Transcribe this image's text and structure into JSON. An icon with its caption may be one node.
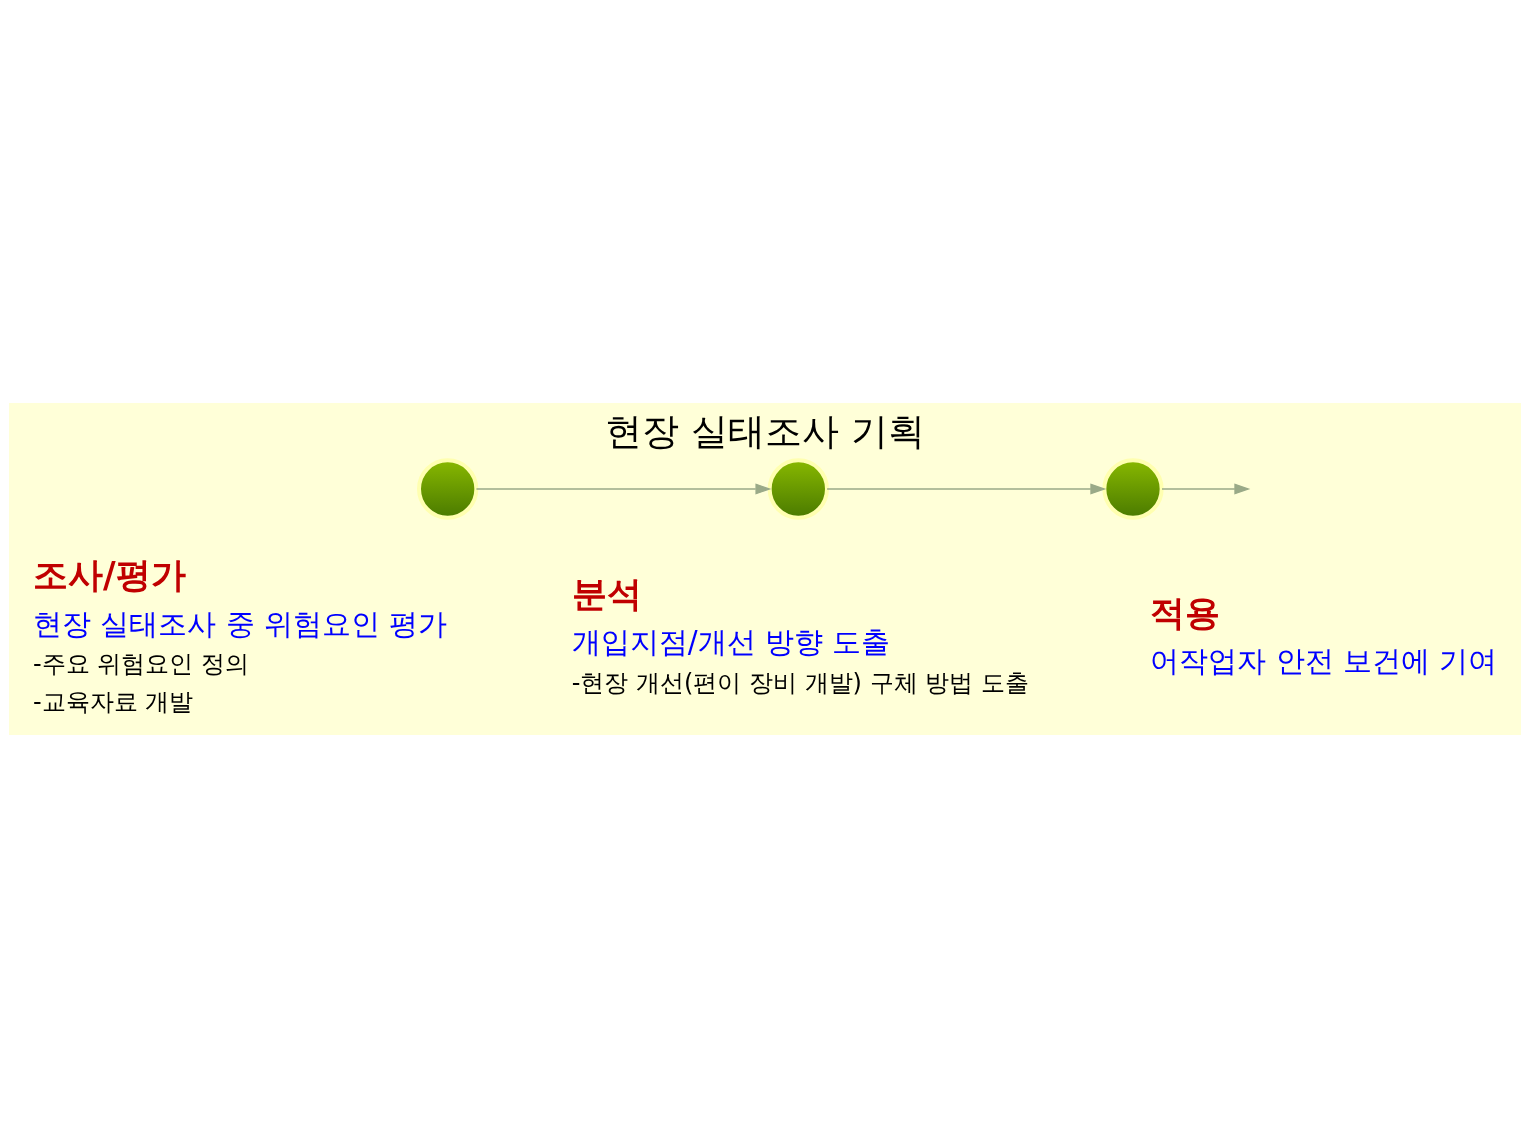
{
  "diagram": {
    "title": "현장 실태조사 기획",
    "nodes": [
      {
        "text": [],
        "shape": "circle"
      },
      {
        "text": [
          "조사/평가",
          "현장 실태조사 중 위험요인 평가",
          "-주요 위험요인 정의",
          "-교육자료 개발"
        ]
      },
      {
        "text": [],
        "shape": "circle"
      },
      {
        "text": [
          "분석",
          "개입지점/개선 방향 도출",
          "-현장 개선(편이 장비 개발) 구체 방법 도출"
        ]
      },
      {
        "text": [],
        "shape": "circle"
      },
      {
        "text": [
          "적용",
          "어작업자 안전 보건에 기여"
        ]
      }
    ],
    "edges": [
      {
        "from": 0,
        "to": 2,
        "arrow": "to"
      },
      {
        "from": 2,
        "to": 4,
        "arrow": "to"
      },
      {
        "from": 4,
        "to": null,
        "arrow": "to"
      }
    ]
  }
}
